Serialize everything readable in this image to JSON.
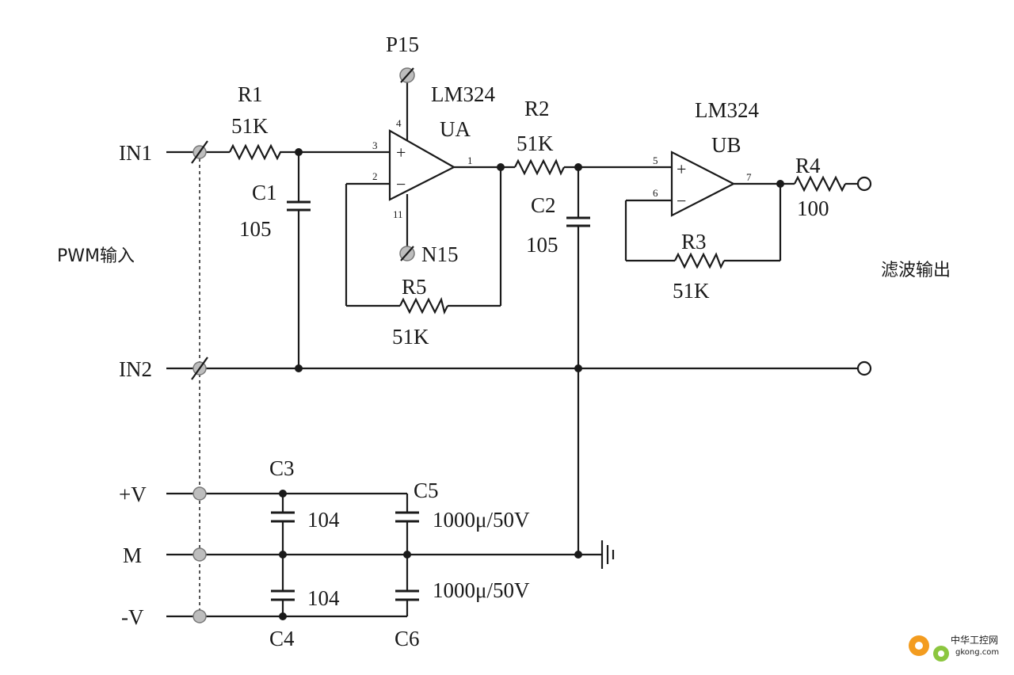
{
  "labels": {
    "in1": "IN1",
    "in2": "IN2",
    "pwm_input": "PWM输入",
    "filter_output": "滤波输出",
    "pos_v": "+V",
    "mid": "M",
    "neg_v": "-V",
    "p15": "P15",
    "n15": "N15"
  },
  "opamps": {
    "ua": {
      "part": "LM324",
      "ref": "UA",
      "pin_noninv": "3",
      "pin_inv": "2",
      "pin_out": "1",
      "pin_vcc": "4",
      "pin_vee": "11"
    },
    "ub": {
      "part": "LM324",
      "ref": "UB",
      "pin_noninv": "5",
      "pin_inv": "6",
      "pin_out": "7"
    }
  },
  "components": {
    "r1": {
      "ref": "R1",
      "value": "51K"
    },
    "r2": {
      "ref": "R2",
      "value": "51K"
    },
    "r3": {
      "ref": "R3",
      "value": "51K"
    },
    "r4": {
      "ref": "R4",
      "value": "100"
    },
    "r5": {
      "ref": "R5",
      "value": "51K"
    },
    "c1": {
      "ref": "C1",
      "value": "105"
    },
    "c2": {
      "ref": "C2",
      "value": "105"
    },
    "c3": {
      "ref": "C3",
      "value": "104"
    },
    "c4": {
      "ref": "C4",
      "value": "104"
    },
    "c5": {
      "ref": "C5",
      "value": "1000μ/50V"
    },
    "c6": {
      "ref": "C6",
      "value": "1000μ/50V"
    }
  },
  "signs": {
    "plus": "+",
    "minus": "−"
  },
  "watermark": {
    "name": "中华工控网",
    "url": "gkong.com"
  }
}
